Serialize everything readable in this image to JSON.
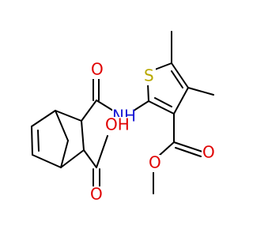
{
  "structure": {
    "atoms": {
      "sulfur": {
        "symbol": "S",
        "color": "#b8a800"
      },
      "amide_nh": {
        "symbol": "NH",
        "color": "#1a1ad6"
      },
      "amide_o": {
        "symbol": "O",
        "color": "#e00000"
      },
      "acid_oh": {
        "symbol": "OH",
        "color": "#e00000"
      },
      "acid_o": {
        "symbol": "O",
        "color": "#e00000"
      },
      "ester_carbonyl_o": {
        "symbol": "O",
        "color": "#e00000"
      },
      "ester_ether_o": {
        "symbol": "O",
        "color": "#e00000"
      }
    }
  }
}
